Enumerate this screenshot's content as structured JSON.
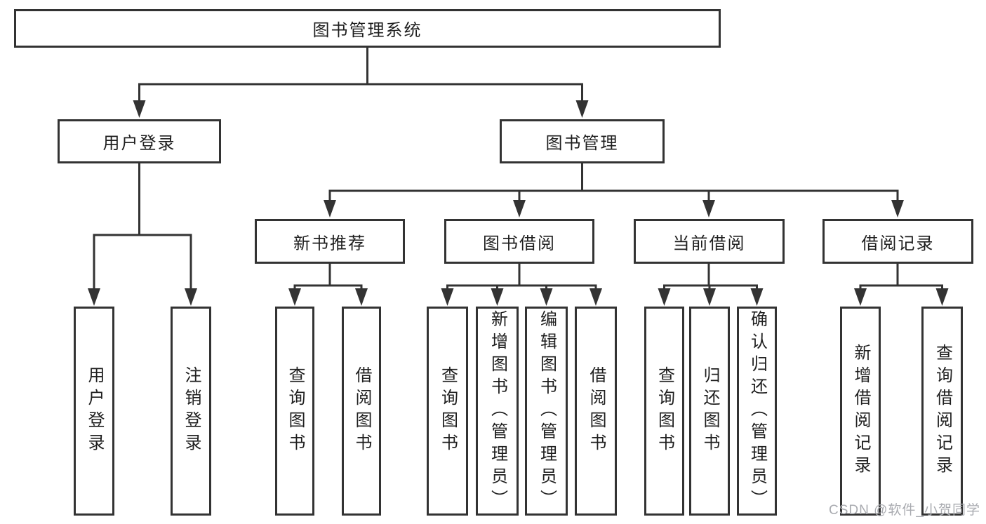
{
  "colors": {
    "line": "#333333",
    "text": "#1f1f1f",
    "bg": "#ffffff",
    "watermark": "#a9abb0"
  },
  "diagram": {
    "root": "图书管理系统",
    "level2": {
      "user_login": "用户登录",
      "book_mgmt": "图书管理"
    },
    "level3": {
      "new_book_rec": "新书推荐",
      "book_borrow": "图书借阅",
      "current_borrow": "当前借阅",
      "borrow_record": "借阅记录"
    },
    "leaf": {
      "login": "用户登录",
      "logout": "注销登录",
      "rec_query": "查询图书",
      "rec_borrow": "借阅图书",
      "bb_query": "查询图书",
      "bb_add": "新增图书（管理员）",
      "bb_edit": "编辑图书（管理员）",
      "bb_borrow": "借阅图书",
      "cb_query": "查询图书",
      "cb_return": "归还图书",
      "cb_confirm": "确认归还（管理员）",
      "br_add": "新增借阅记录",
      "br_query": "查询借阅记录"
    }
  },
  "watermark": "CSDN @软件_小贺同学"
}
